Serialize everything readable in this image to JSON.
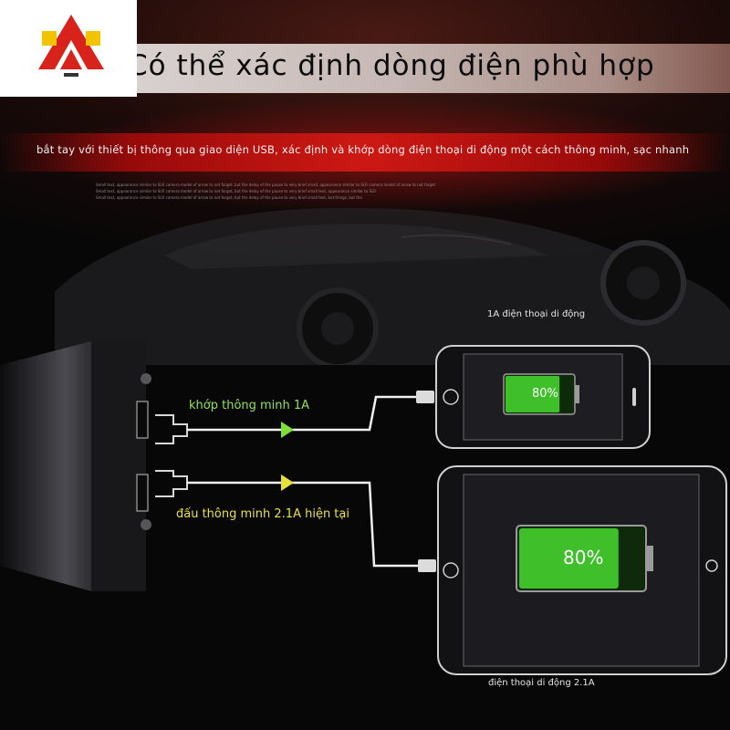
{
  "headline": "Có thể xác định dòng điện phù hợp",
  "subline": "bắt tay với thiết bị thông qua giao diện USB, xác định và khớp dòng điện thoại di động một cách thông minh, sạc nhanh",
  "fine_print": [
    "Small text, appearance similar to SLR camera model of arrow to not forget, but the delay of the pause to very brief small, appearance similar to SLR camera model of arrow to not forget",
    "Small text, appearance similar to SLR camera model of arrow to not forget, but the delay of the pause to very brief small text, appearance similar to SLR",
    "Small text, appearance similar to SLR camera model of arrow to not forget, but the delay of the pause to very brief small text, but things, but the"
  ],
  "labels": {
    "smart_1a": "khớp thông minh 1A",
    "smart_21a": "đấu thông minh 2.1A hiện tại",
    "phone_caption": "1A điện thoại di động",
    "tablet_caption": "điện thoại di động 2.1A"
  },
  "batteries": {
    "phone": {
      "text": "80%",
      "level": 0.8
    },
    "tablet": {
      "text": "80%",
      "level": 0.8
    }
  },
  "colors": {
    "accent_green": "#8fe35a",
    "accent_yellow": "#e8e04a",
    "battery_green": "#3fbf2a",
    "banner_red": "#d21914"
  }
}
